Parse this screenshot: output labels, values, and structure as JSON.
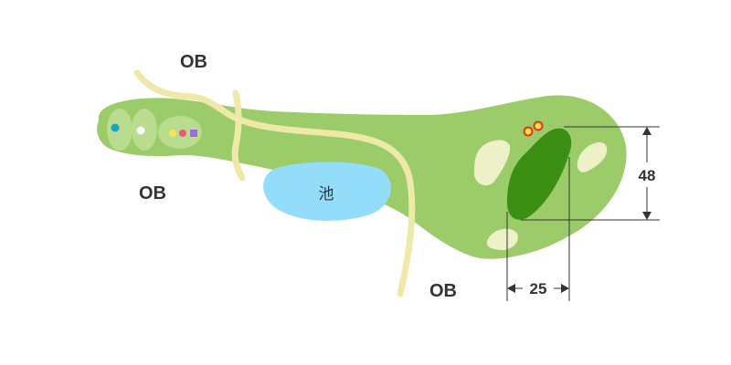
{
  "labels": {
    "ob_top": "OB",
    "ob_left": "OB",
    "ob_bottom": "OB",
    "pond": "池",
    "green_depth": "48",
    "green_width": "25"
  },
  "colors": {
    "fairway": "#9ccb6a",
    "tee_box": "#b9dc8e",
    "green": "#3b8f13",
    "bunker": "#eef0c7",
    "water": "#93dcfa",
    "cart_path": "#eee8a9",
    "dimension_line": "#333333",
    "pin_ring": "#e0361c",
    "pin_fill": "#ffe33b"
  },
  "tee_markers": [
    {
      "name": "blue-tee",
      "color": "#1aa3c8"
    },
    {
      "name": "white-tee",
      "color": "#ffffff"
    },
    {
      "name": "yellow-tee",
      "color": "#f4e64a"
    },
    {
      "name": "red-tee",
      "color": "#e85a7b"
    },
    {
      "name": "purple-tee",
      "color": "#9b6bdf"
    }
  ]
}
